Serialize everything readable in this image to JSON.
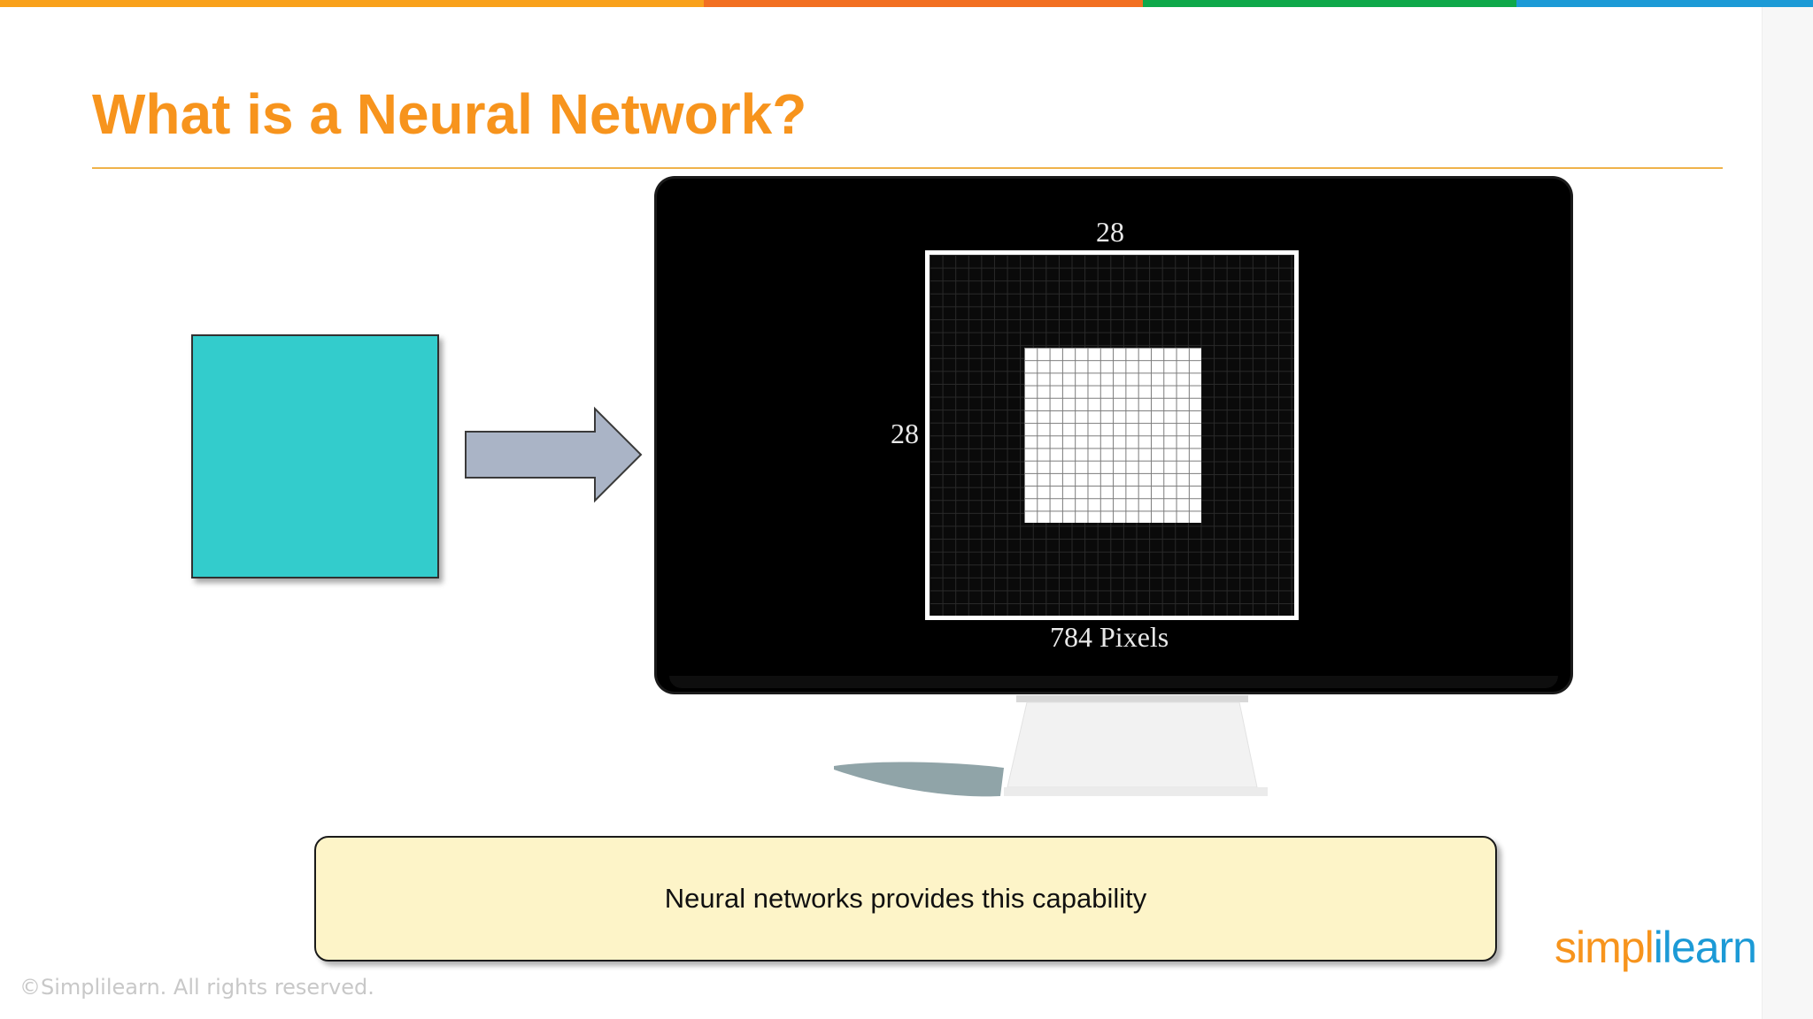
{
  "slide": {
    "title": "What is a Neural Network?",
    "caption": "Neural networks provides this capability",
    "copyright": "©Simplilearn. All rights reserved."
  },
  "brand": {
    "logo_part1": "simpl",
    "logo_part2": "ilearn",
    "logo_text": "simplilearn",
    "top_bar_colors": [
      "#f9a11b",
      "#f26f21",
      "#0fa84a",
      "#1c9ad6"
    ],
    "title_color": "#f7941d",
    "input_square_color": "#33cccc",
    "arrow_color": "#aab4c6",
    "caption_box_color": "#fdf4c8"
  },
  "illustration": {
    "input_shape": "square",
    "arrow_icon": "right-arrow-icon",
    "monitor": {
      "width_label": "28",
      "height_label": "28",
      "pixels_label": "784 Pixels"
    }
  }
}
